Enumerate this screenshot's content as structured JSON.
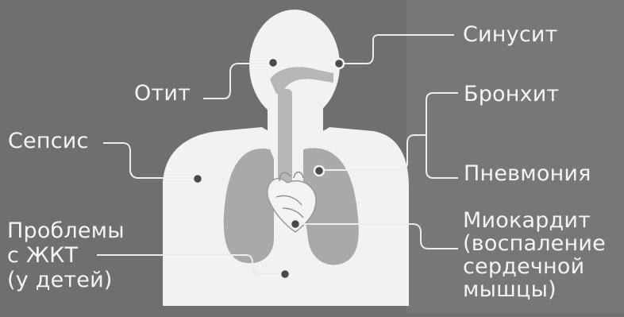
{
  "labels": {
    "sinusitis": "Синусит",
    "otitis": "Отит",
    "bronchitis": "Бронхит",
    "sepsis": "Сепсис",
    "pneumonia": "Пневмония",
    "gi_problems": "Проблемы\nс ЖКТ\n(у детей)",
    "myocarditis": "Миокардит\n(воспаление\nсердечной\nмышцы)"
  },
  "colors": {
    "background": "#6f6f6f",
    "body": "#f2f2f2",
    "lungs": "#a9a9a9",
    "airway": "#b7b7b7",
    "text": "#f4f4f4",
    "leader_line": "#ececec",
    "marker": "#4a4a4a"
  }
}
